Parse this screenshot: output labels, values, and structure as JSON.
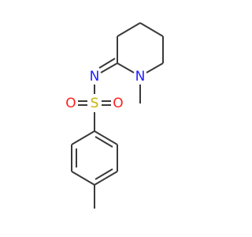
{
  "molecule": {
    "colors": {
      "bond": "#3a3a3a",
      "N": "#1e1eff",
      "S": "#c8b400",
      "O": "#ff1e1e",
      "background": "#ffffff"
    },
    "atoms": [
      {
        "id": "n_imine",
        "label": "N",
        "element": "N"
      },
      {
        "id": "n_ring",
        "label": "N",
        "element": "N"
      },
      {
        "id": "s",
        "label": "S",
        "element": "S"
      },
      {
        "id": "o_left",
        "label": "O",
        "element": "O"
      },
      {
        "id": "o_right",
        "label": "O",
        "element": "O"
      }
    ]
  }
}
